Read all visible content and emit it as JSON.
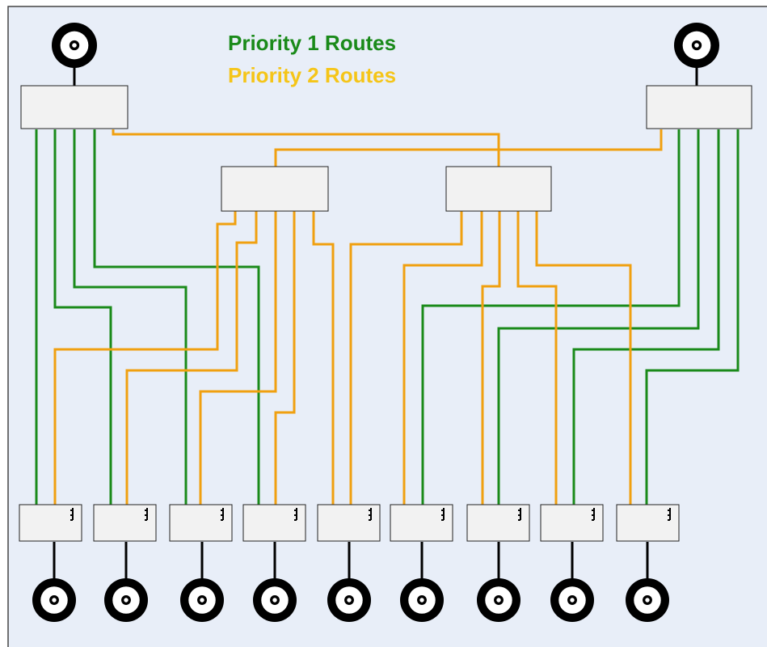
{
  "legend": {
    "priority1_label": "Priority 1 Routes",
    "priority2_label": "Priority 2 Routes"
  },
  "colors": {
    "background": "#e8eef8",
    "border": "#444444",
    "priority1": "#1a8a1a",
    "priority2": "#f0a010",
    "priority2_legend": "#f5c518",
    "node": "#000000",
    "box_fill": "#f2f2f2"
  },
  "diagram": {
    "antennas": [
      "top-left-antenna",
      "top-right-antenna"
    ],
    "splitters": [
      "left-splitter",
      "center-left-splitter",
      "center-right-splitter",
      "right-splitter"
    ],
    "receivers_count": 9,
    "icons": {
      "antenna": "coax-connector-icon",
      "receiver_port": "connector-plug-icon"
    }
  }
}
